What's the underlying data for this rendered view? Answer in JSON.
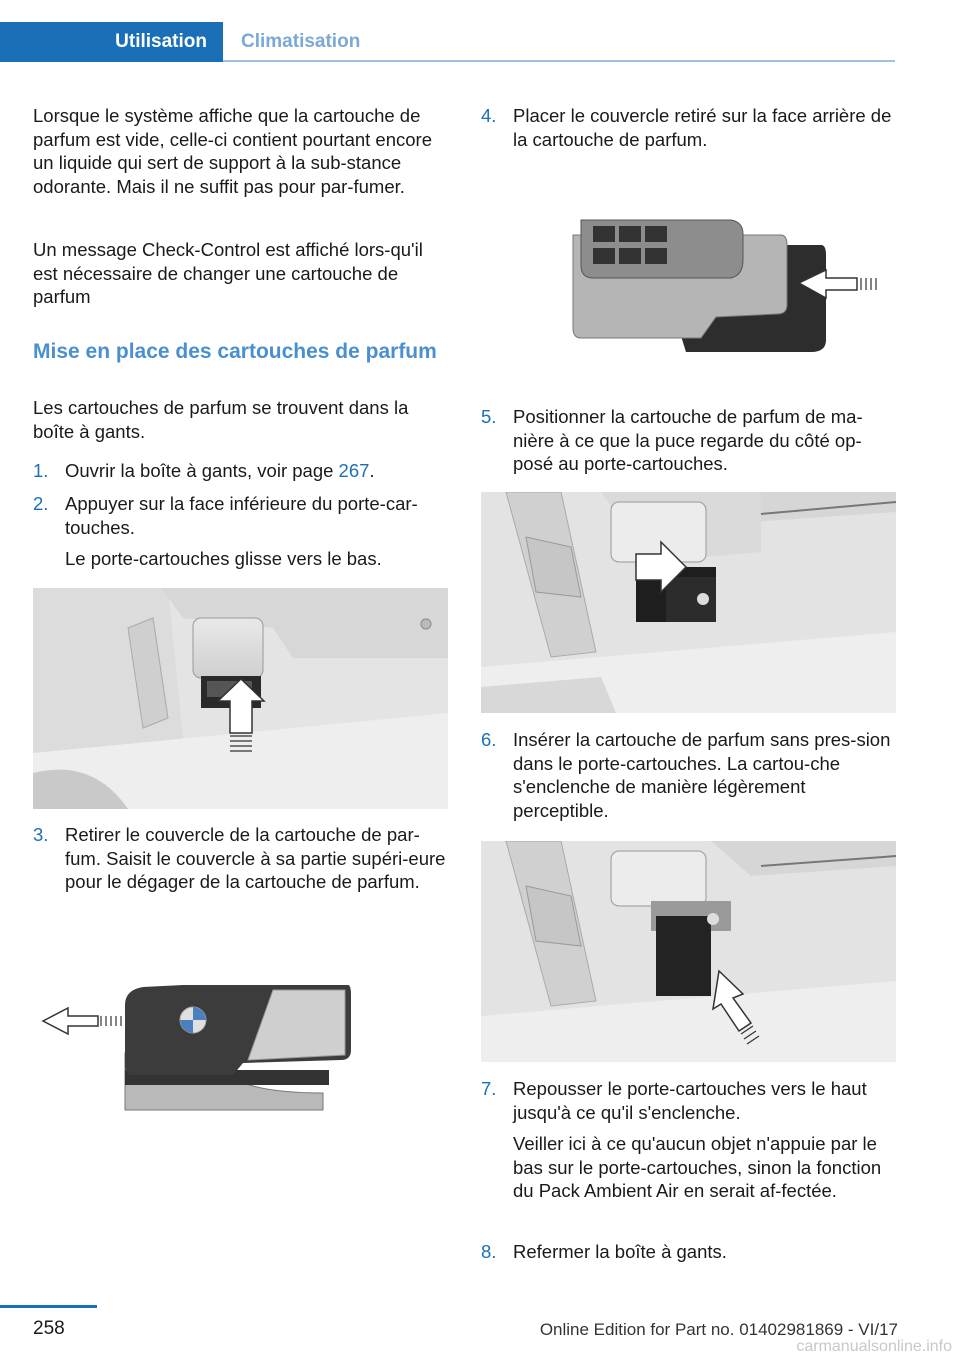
{
  "header": {
    "tab_active": "Utilisation",
    "tab_inactive": "Climatisation"
  },
  "left": {
    "intro_p1": "Lorsque le système affiche que la cartouche de parfum est vide, celle-ci contient pourtant encore un liquide qui sert de support à la sub‐stance odorante. Mais il ne suffit pas pour par‐fumer.",
    "intro_p2": "Un message Check-Control est affiché lors‐qu'il est nécessaire de changer une cartouche de parfum",
    "section_heading": "Mise en place des cartouches de parfum",
    "section_intro": "Les cartouches de parfum se trouvent dans la boîte à gants.",
    "step1": {
      "num": "1.",
      "text": "Ouvrir la boîte à gants, voir page ",
      "link": "267",
      "suffix": "."
    },
    "step2": {
      "num": "2.",
      "text": "Appuyer sur la face inférieure du porte-car‐touches.",
      "sub": "Le porte-cartouches glisse vers le bas."
    },
    "step3": {
      "num": "3.",
      "text": "Retirer le couvercle de la cartouche de par‐fum. Saisit le couvercle à sa partie supéri‐eure pour le dégager de la cartouche de parfum."
    }
  },
  "right": {
    "step4": {
      "num": "4.",
      "text": "Placer le couvercle retiré sur la face arrière de la cartouche de parfum."
    },
    "step5": {
      "num": "5.",
      "text": "Positionner la cartouche de parfum de ma‐nière à ce que la puce regarde du côté op‐posé au porte-cartouches."
    },
    "step6": {
      "num": "6.",
      "text": "Insérer la cartouche de parfum sans pres‐sion dans le porte-cartouches. La cartou‐che s'enclenche de manière légèrement perceptible."
    },
    "step7": {
      "num": "7.",
      "text": "Repousser le porte-cartouches vers le haut jusqu'à ce qu'il s'enclenche.",
      "sub": "Veiller ici à ce qu'aucun objet n'appuie par le bas sur le porte-cartouches, sinon la fonction du Pack Ambient Air en serait af‐fectée."
    },
    "step8": {
      "num": "8.",
      "text": "Refermer la boîte à gants."
    }
  },
  "footer": {
    "page_number": "258",
    "edition": "Online Edition for Part no. 01402981869 - VI/17",
    "watermark": "carmanualsonline.info"
  }
}
